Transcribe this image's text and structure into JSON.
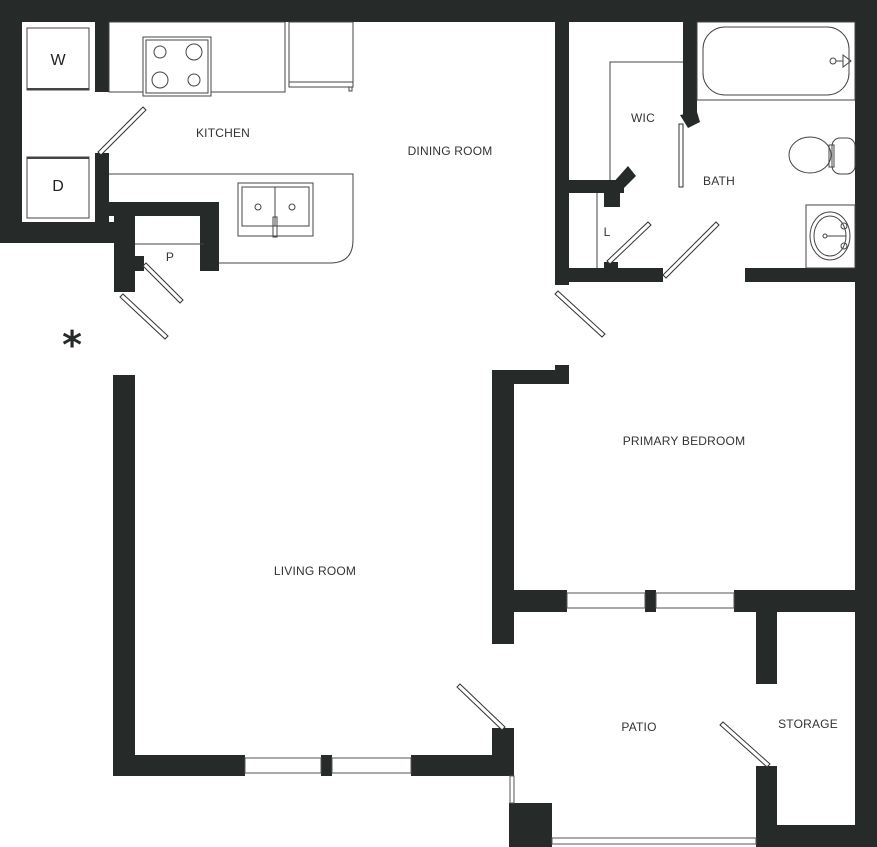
{
  "floorplan": {
    "wall_color": "#262a29",
    "line_color": "#444444",
    "background": "#ffffff",
    "rooms": {
      "kitchen": "KITCHEN",
      "dining_room": "DINING ROOM",
      "wic": "WIC",
      "bath": "BATH",
      "linen": "L",
      "pantry": "P",
      "primary_bedroom": "PRIMARY BEDROOM",
      "living_room": "LIVING ROOM",
      "patio": "PATIO",
      "storage": "STORAGE"
    },
    "appliances": {
      "washer": "W",
      "dryer": "D"
    },
    "entry_marker": "*"
  }
}
